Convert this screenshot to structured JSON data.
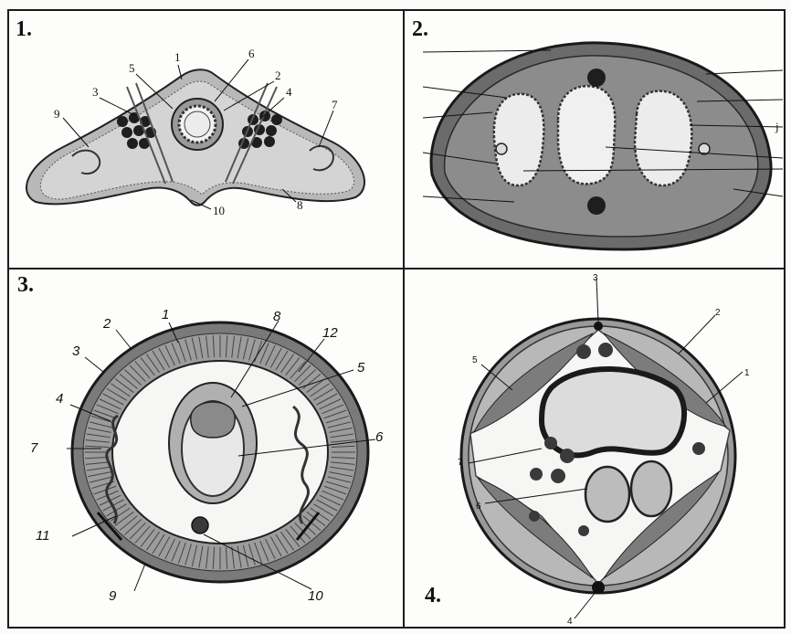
{
  "panels": [
    {
      "number": "1.",
      "labels": [
        "1",
        "2",
        "3",
        "4",
        "5",
        "6",
        "7",
        "8",
        "9",
        "10"
      ]
    },
    {
      "number": "2.",
      "labels": [
        "j"
      ]
    },
    {
      "number": "3.",
      "labels": [
        "1",
        "2",
        "3",
        "4",
        "5",
        "6",
        "7",
        "8",
        "9",
        "10",
        "11",
        "12"
      ]
    },
    {
      "number": "4.",
      "labels": [
        "1",
        "2",
        "3",
        "4",
        "5",
        "6",
        "7"
      ]
    }
  ],
  "colors": {
    "tissue": "#9a9a9a",
    "dark": "#2a2a2a",
    "light": "#d8d8d8",
    "ink": "#111111"
  }
}
